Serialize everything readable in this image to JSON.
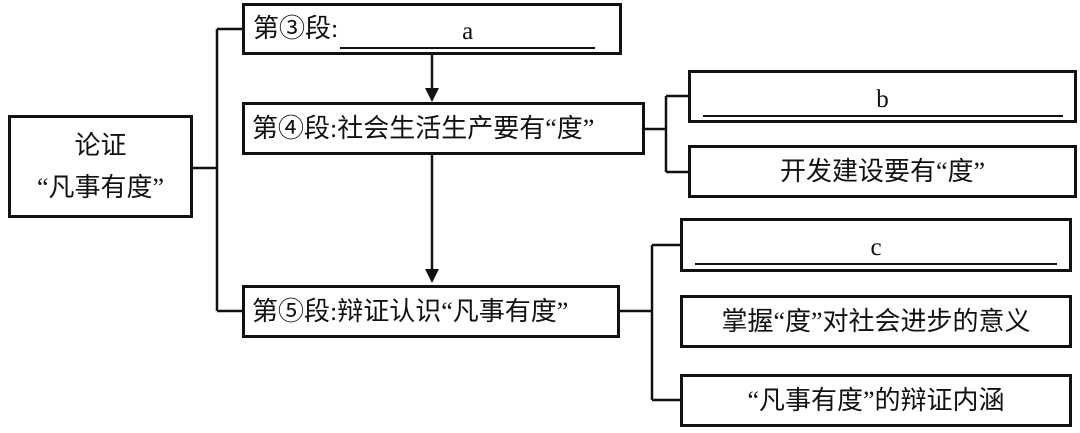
{
  "diagram": {
    "title_hint": "论证结构图",
    "colors": {
      "line": "#111111",
      "background": "#ffffff",
      "text": "#111111"
    },
    "root": {
      "line1": "论证",
      "line2": "“凡事有度”"
    },
    "paragraphs": {
      "p3": {
        "label": "第③段:",
        "blank_letter": "a"
      },
      "p4": {
        "label": "第④段:社会生活生产要有“度”"
      },
      "p5": {
        "label": "第⑤段:辩证认识“凡事有度”"
      }
    },
    "p4_children": {
      "blank": {
        "letter": "b"
      },
      "item1": {
        "label": "开发建设要有“度”"
      }
    },
    "p5_children": {
      "blank": {
        "letter": "c"
      },
      "item1": {
        "label": "掌握“度”对社会进步的意义"
      },
      "item2": {
        "label": "“凡事有度”的辩证内涵"
      }
    }
  }
}
